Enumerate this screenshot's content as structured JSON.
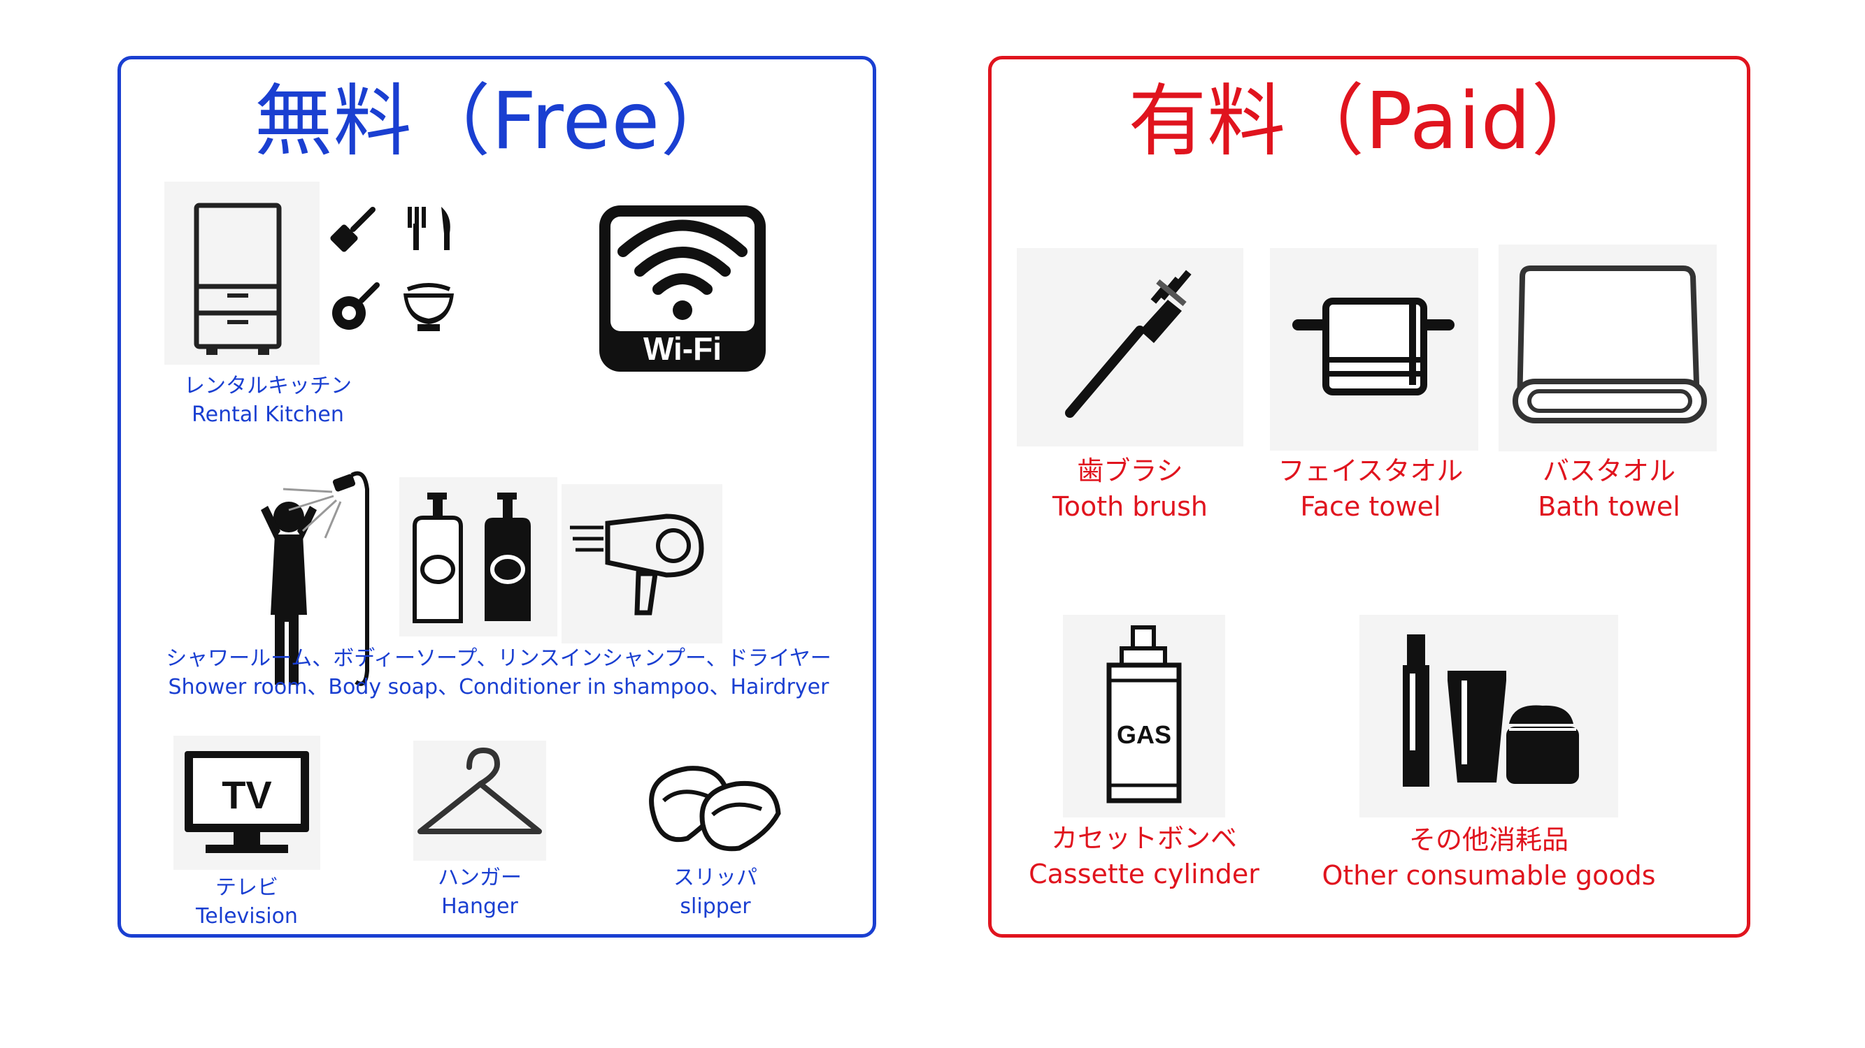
{
  "free": {
    "title": "無料（Free）",
    "items": [
      {
        "icon": "rental-kitchen-icon",
        "ja": "レンタルキッチン",
        "en": "Rental Kitchen"
      },
      {
        "icon": "wifi-icon",
        "badge": "Wi-Fi"
      },
      {
        "icon": "shower-amenities-icon",
        "ja": "シャワールーム、ボディーソープ、リンスインシャンプー、ドライヤー",
        "en": "Shower room、Body soap、Conditioner in shampoo、Hairdryer"
      },
      {
        "icon": "tv-icon",
        "badge": "TV",
        "ja": "テレビ",
        "en": "Television"
      },
      {
        "icon": "hanger-icon",
        "ja": "ハンガー",
        "en": "Hanger"
      },
      {
        "icon": "slipper-icon",
        "ja": "スリッパ",
        "en": "slipper"
      }
    ]
  },
  "paid": {
    "title": "有料（Paid）",
    "items": [
      {
        "icon": "toothbrush-icon",
        "ja": "歯ブラシ",
        "en": "Tooth brush"
      },
      {
        "icon": "face-towel-icon",
        "ja": "フェイスタオル",
        "en": "Face towel"
      },
      {
        "icon": "bath-towel-icon",
        "ja": "バスタオル",
        "en": "Bath towel"
      },
      {
        "icon": "gas-cylinder-icon",
        "badge": "GAS",
        "ja": "カセットボンベ",
        "en": "Cassette cylinder"
      },
      {
        "icon": "consumables-icon",
        "ja": "その他消耗品",
        "en": "Other consumable goods"
      }
    ]
  },
  "colors": {
    "free": "#1a3fd1",
    "paid": "#e0141e",
    "icon": "#111111"
  }
}
